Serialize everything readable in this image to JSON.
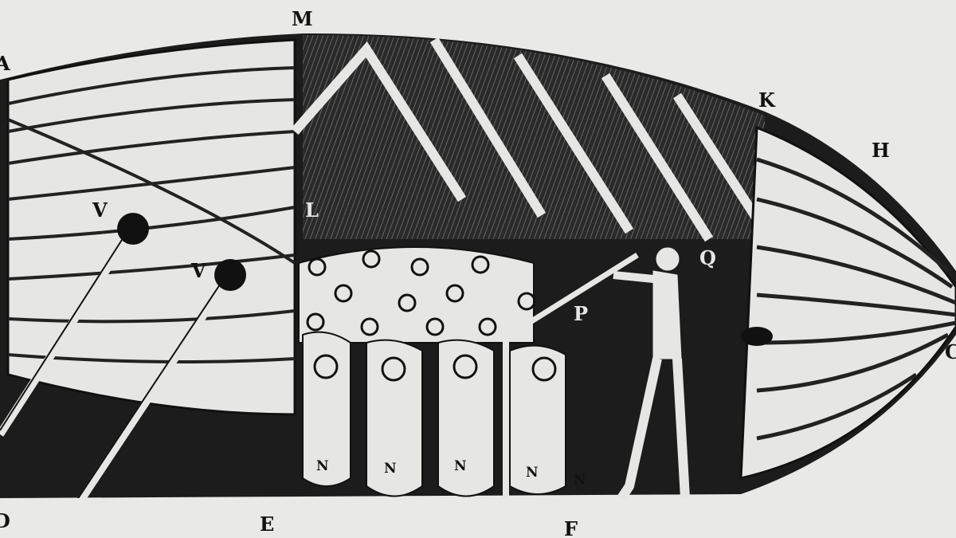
{
  "colors": {
    "paper": "#e9e9e7",
    "ink": "#111111",
    "hatch": "#2a2a2a"
  },
  "labels": {
    "A": "A",
    "M": "M",
    "K": "K",
    "H": "H",
    "C": "C",
    "V1": "V",
    "V2": "V",
    "L": "L",
    "Q": "Q",
    "P": "P",
    "N": [
      "N",
      "N",
      "N",
      "N",
      "N"
    ],
    "D": "D",
    "E": "E",
    "F": "F"
  }
}
